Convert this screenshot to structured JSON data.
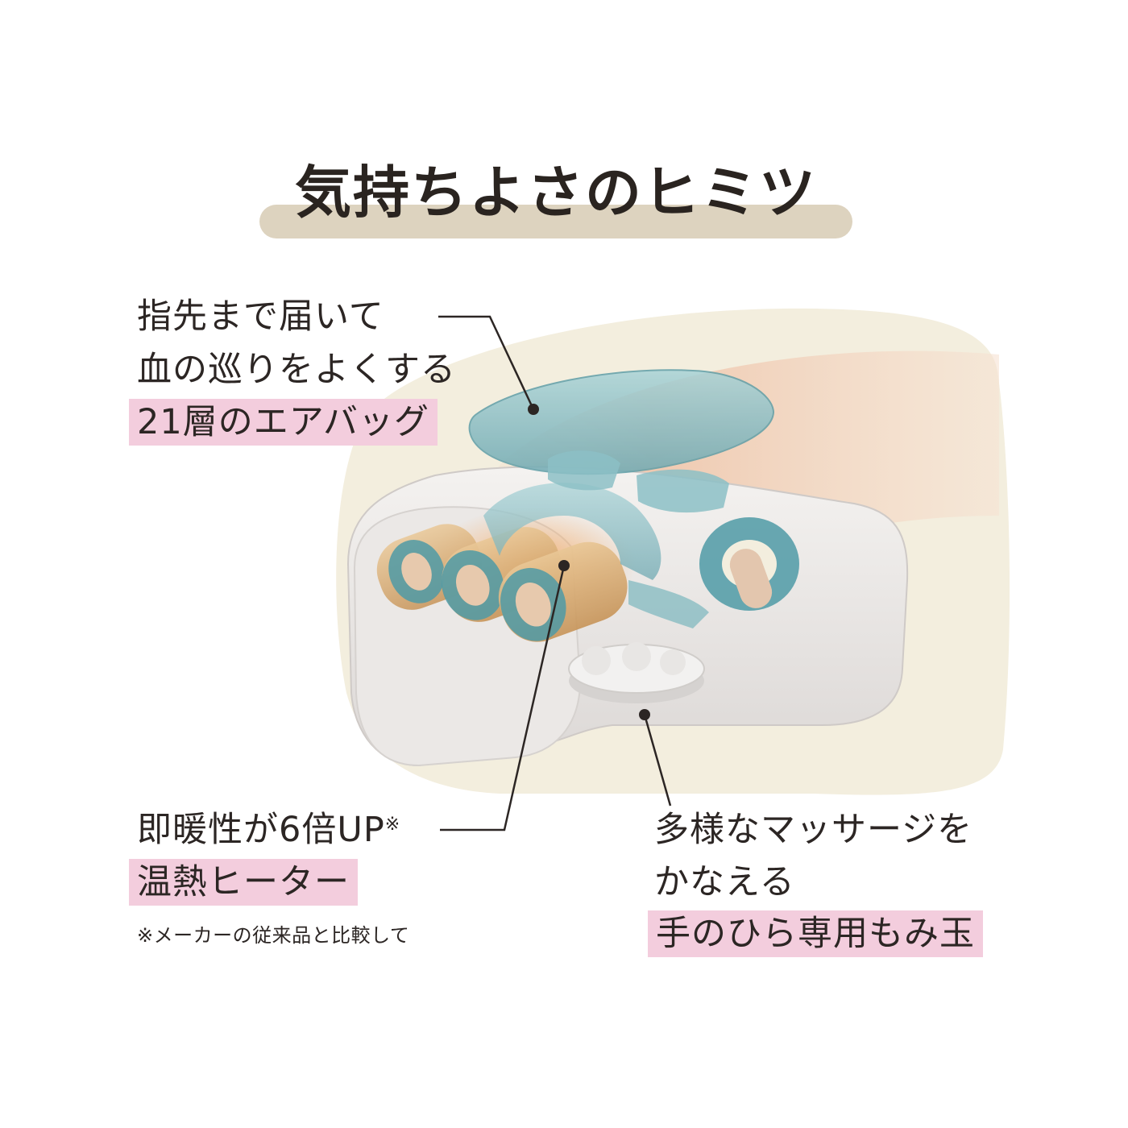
{
  "title": "気持ちよさのヒミツ",
  "callouts": {
    "airbag": {
      "line1": "指先まで届いて",
      "line2": "血の巡りをよくする",
      "highlight": "21層のエアバッグ"
    },
    "heater": {
      "line1": "即暖性が6倍UP",
      "mark": "※",
      "highlight": "温熱ヒーター",
      "footnote": "※メーカーの従来品と比較して"
    },
    "palm_ball": {
      "line1": "多様なマッサージを",
      "line2": "かなえる",
      "highlight": "手のひら専用もみ玉"
    }
  },
  "colors": {
    "title_band": "#ddd3bf",
    "highlight": "#f3cddd",
    "text": "#2c2624",
    "airbag": "#8fc3c9",
    "heater": "#d8b07a",
    "background_blob": "#f3eede"
  }
}
